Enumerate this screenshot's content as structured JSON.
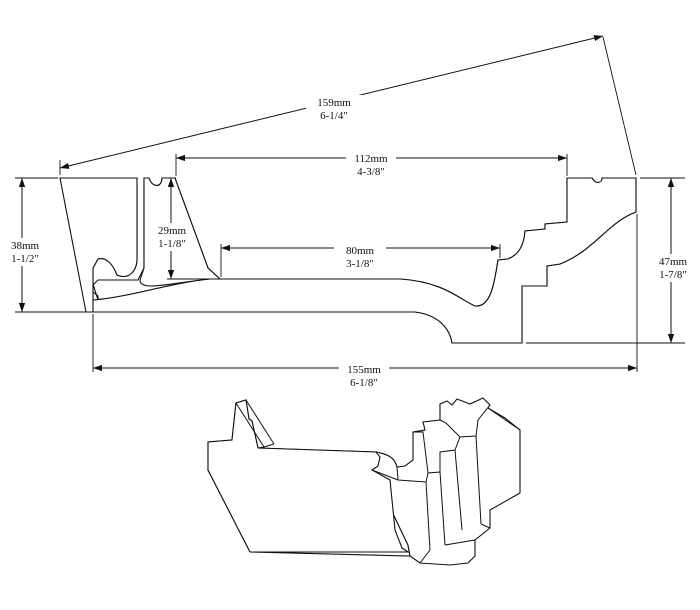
{
  "dimensions": {
    "overall_diagonal": {
      "metric": "159mm",
      "imperial": "6-1/4\""
    },
    "top_width": {
      "metric": "112mm",
      "imperial": "4-3/8\""
    },
    "inner_width": {
      "metric": "80mm",
      "imperial": "3-1/8\""
    },
    "bottom_width": {
      "metric": "155mm",
      "imperial": "6-1/8\""
    },
    "left_height": {
      "metric": "38mm",
      "imperial": "1-1/2\""
    },
    "inner_height": {
      "metric": "29mm",
      "imperial": "1-1/8\""
    },
    "right_height": {
      "metric": "47mm",
      "imperial": "1-7/8\""
    }
  }
}
